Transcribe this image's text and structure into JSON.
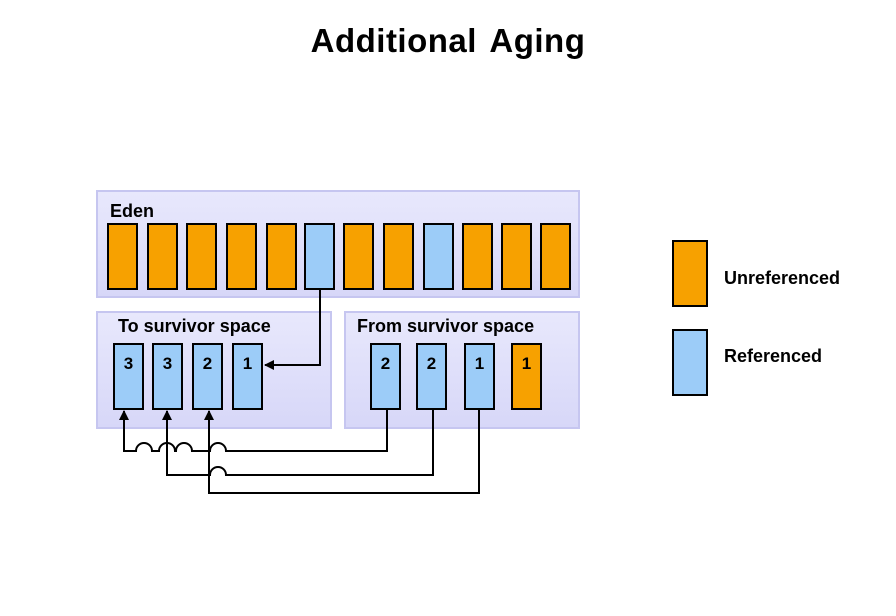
{
  "title": "Additional Aging",
  "eden": {
    "label": "Eden",
    "objects": [
      "unreferenced",
      "unreferenced",
      "unreferenced",
      "unreferenced",
      "unreferenced",
      "referenced",
      "unreferenced",
      "unreferenced",
      "referenced",
      "unreferenced",
      "unreferenced",
      "unreferenced"
    ]
  },
  "to_survivor": {
    "label": "To survivor  space",
    "objects": [
      {
        "age": "3",
        "state": "referenced"
      },
      {
        "age": "3",
        "state": "referenced"
      },
      {
        "age": "2",
        "state": "referenced"
      },
      {
        "age": "1",
        "state": "referenced"
      }
    ]
  },
  "from_survivor": {
    "label": "From survivor  space",
    "objects": [
      {
        "age": "2",
        "state": "referenced"
      },
      {
        "age": "2",
        "state": "referenced"
      },
      {
        "age": "1",
        "state": "referenced"
      },
      {
        "age": "1",
        "state": "unreferenced"
      }
    ]
  },
  "legend": {
    "unreferenced": "Unreferenced",
    "referenced": "Referenced"
  },
  "colors": {
    "unreferenced": "#f7a100",
    "referenced": "#9cccf8",
    "region_border": "#c6c6f0",
    "region_fill": "#e0e0fa"
  }
}
